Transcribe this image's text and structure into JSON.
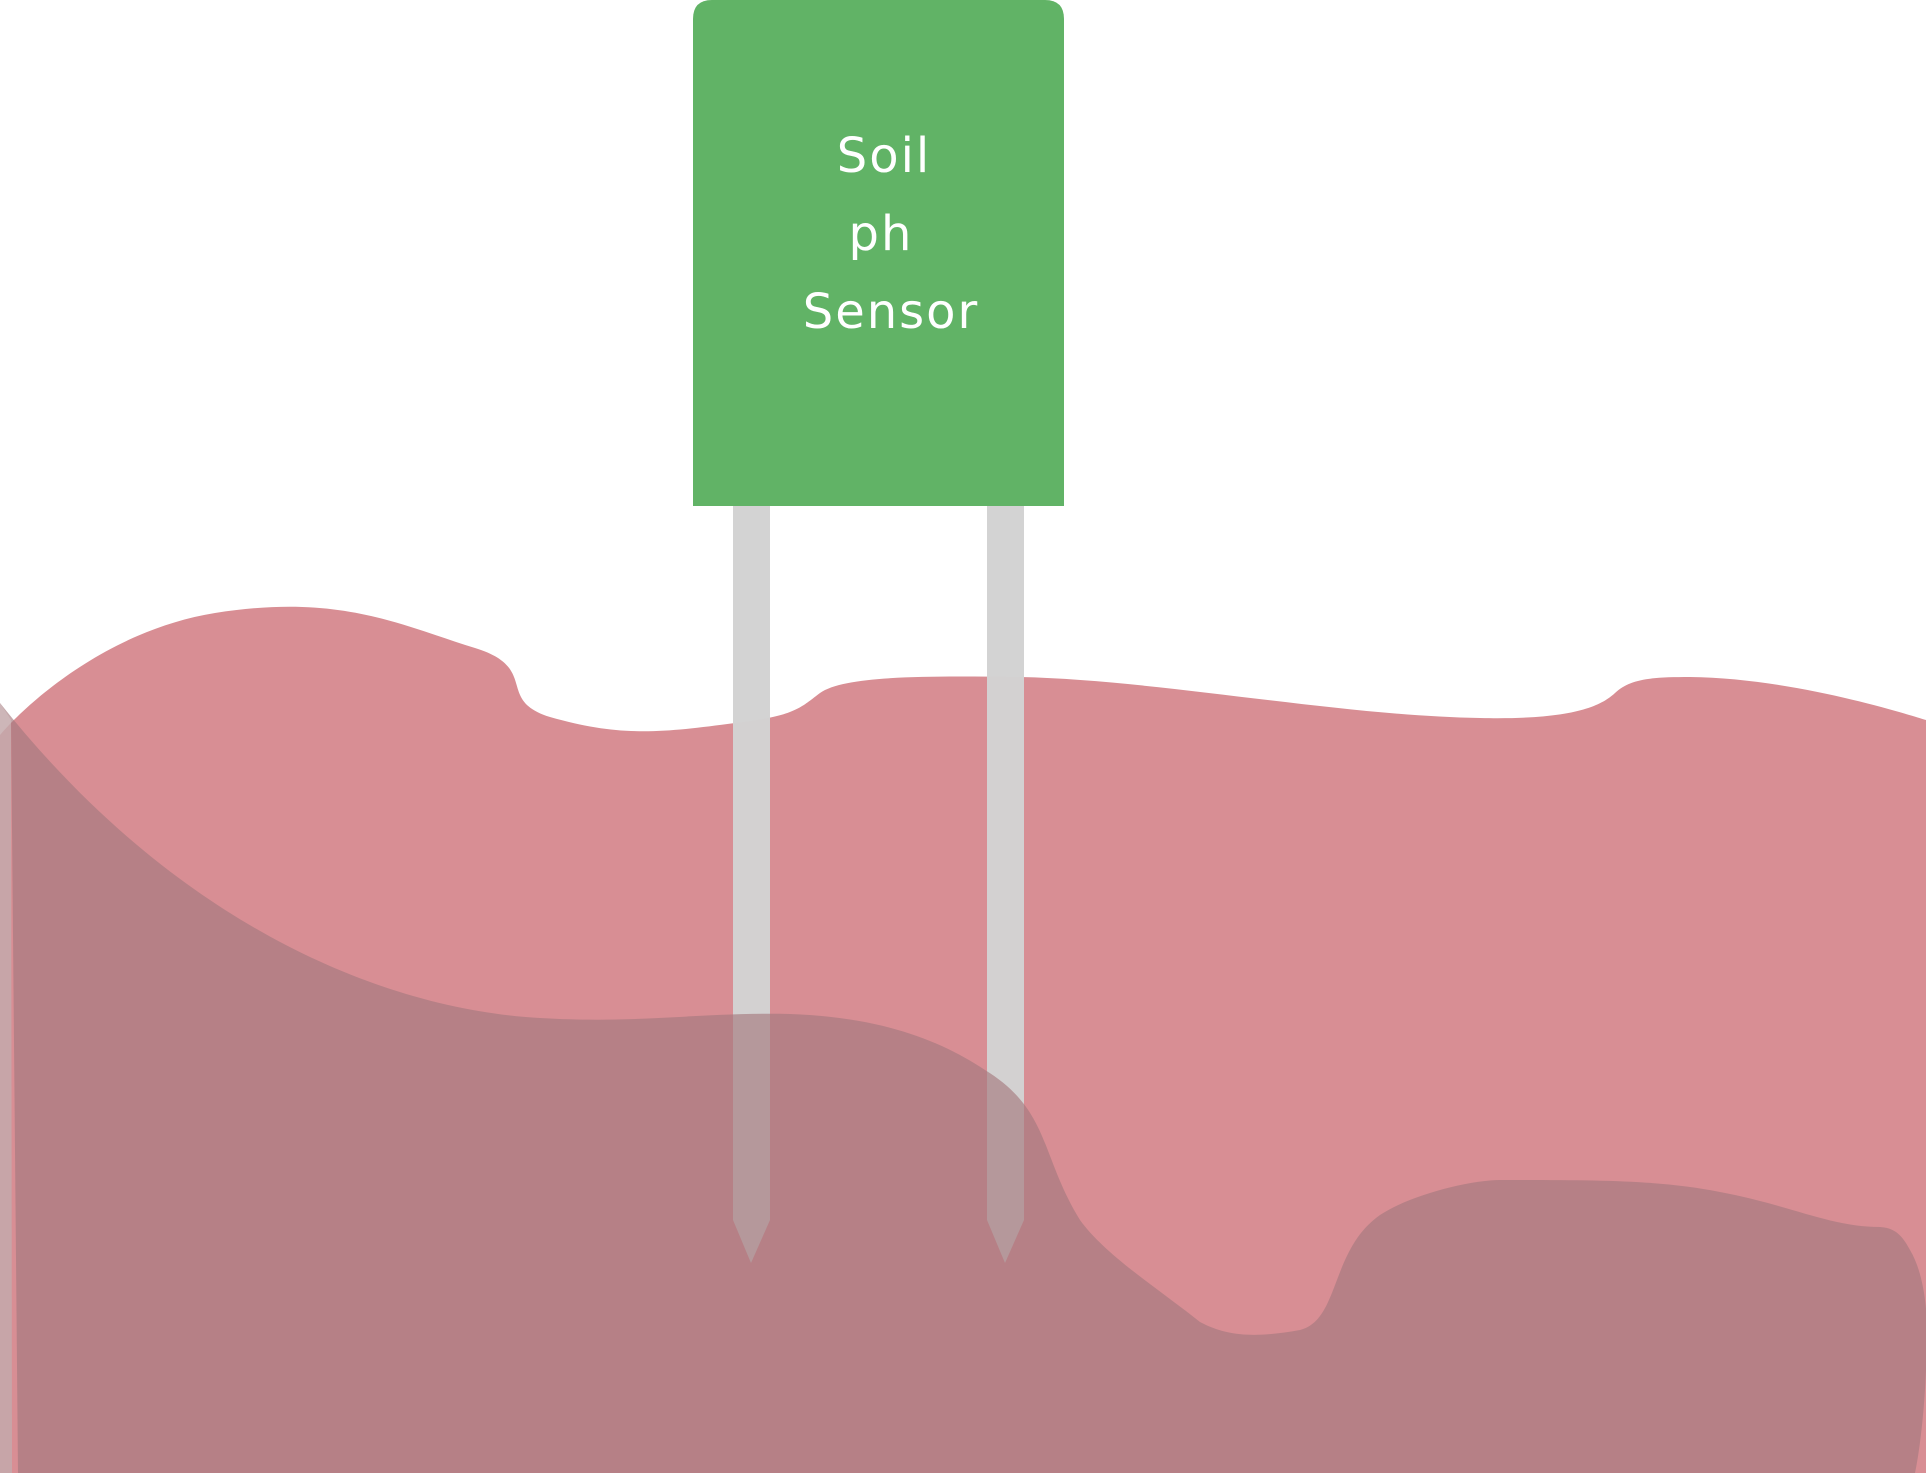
{
  "sensor": {
    "label_lines": [
      "Soil",
      "ph",
      "Sensor"
    ]
  },
  "colors": {
    "sensor_body": "#61b366",
    "probe": "#d2d2d2",
    "topsoil": "#d88e94",
    "subsoil": "#b98386",
    "background": "#ffffff"
  }
}
